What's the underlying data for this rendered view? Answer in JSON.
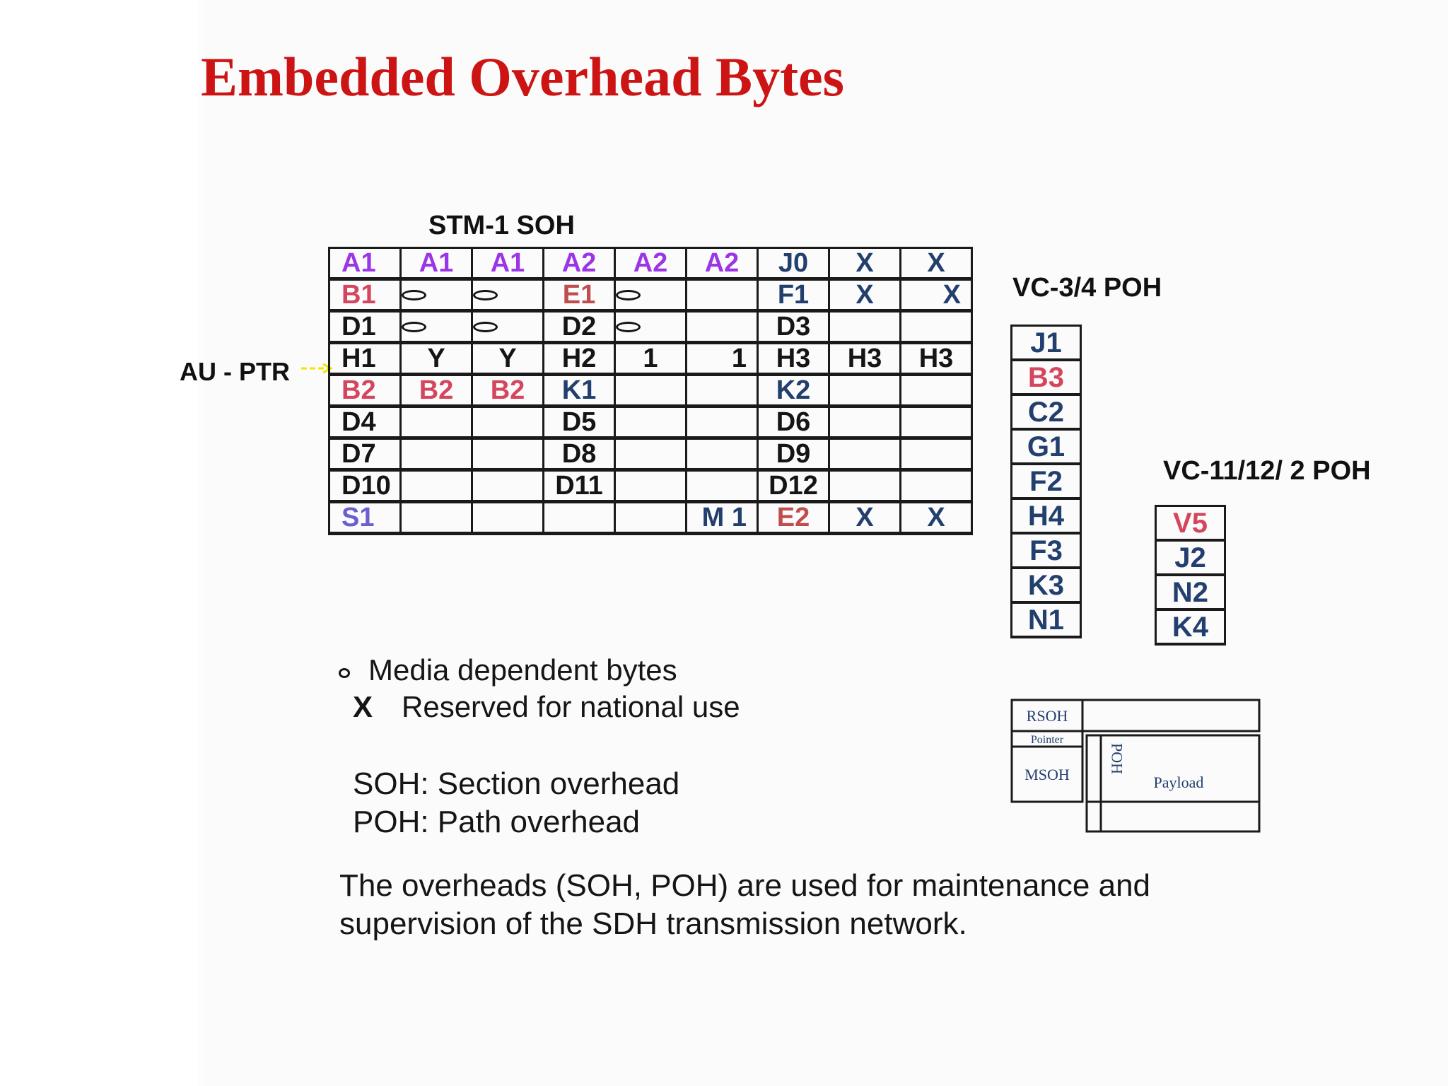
{
  "title": "Embedded Overhead Bytes",
  "soh": {
    "title": "STM-1 SOH",
    "au_ptr_label": "AU - PTR",
    "rows": [
      [
        {
          "t": "A1",
          "c": "purple"
        },
        {
          "t": "A1",
          "c": "purple",
          "a": "c"
        },
        {
          "t": "A1",
          "c": "purple",
          "a": "c"
        },
        {
          "t": "A2",
          "c": "purple",
          "a": "c"
        },
        {
          "t": "A2",
          "c": "purple",
          "a": "c"
        },
        {
          "t": "A2",
          "c": "purple",
          "a": "c"
        },
        {
          "t": "J0",
          "c": "navy",
          "a": "c"
        },
        {
          "t": "X",
          "c": "navy",
          "a": "c"
        },
        {
          "t": "X",
          "c": "navy",
          "a": "c"
        }
      ],
      [
        {
          "t": "B1",
          "c": "red"
        },
        {
          "t": "",
          "dot": true
        },
        {
          "t": "",
          "dot": true
        },
        {
          "t": "E1",
          "c": "rust",
          "a": "c"
        },
        {
          "t": "",
          "dot": true
        },
        {
          "t": ""
        },
        {
          "t": "F1",
          "c": "navy",
          "a": "c"
        },
        {
          "t": "X",
          "c": "navy",
          "a": "c"
        },
        {
          "t": "X",
          "c": "navy",
          "a": "r"
        }
      ],
      [
        {
          "t": "D1",
          "c": "black"
        },
        {
          "t": "",
          "dot": true
        },
        {
          "t": "",
          "dot": true
        },
        {
          "t": "D2",
          "c": "black",
          "a": "c"
        },
        {
          "t": "",
          "dot": true
        },
        {
          "t": ""
        },
        {
          "t": "D3",
          "c": "black",
          "a": "c"
        },
        {
          "t": ""
        },
        {
          "t": ""
        }
      ],
      [
        {
          "t": "H1",
          "c": "black"
        },
        {
          "t": "Y",
          "c": "black",
          "a": "c"
        },
        {
          "t": "Y",
          "c": "black",
          "a": "c"
        },
        {
          "t": "H2",
          "c": "black",
          "a": "c"
        },
        {
          "t": "1",
          "c": "black",
          "a": "c"
        },
        {
          "t": "1",
          "c": "black",
          "a": "r"
        },
        {
          "t": "H3",
          "c": "black",
          "a": "c"
        },
        {
          "t": "H3",
          "c": "black",
          "a": "c"
        },
        {
          "t": "H3",
          "c": "black",
          "a": "c"
        }
      ],
      [
        {
          "t": "B2",
          "c": "red"
        },
        {
          "t": "B2",
          "c": "red",
          "a": "c"
        },
        {
          "t": "B2",
          "c": "red",
          "a": "c"
        },
        {
          "t": "K1",
          "c": "navy",
          "a": "c"
        },
        {
          "t": ""
        },
        {
          "t": ""
        },
        {
          "t": "K2",
          "c": "navy",
          "a": "c"
        },
        {
          "t": ""
        },
        {
          "t": ""
        }
      ],
      [
        {
          "t": "D4",
          "c": "black"
        },
        {
          "t": ""
        },
        {
          "t": ""
        },
        {
          "t": "D5",
          "c": "black",
          "a": "c"
        },
        {
          "t": ""
        },
        {
          "t": ""
        },
        {
          "t": "D6",
          "c": "black",
          "a": "c"
        },
        {
          "t": ""
        },
        {
          "t": ""
        }
      ],
      [
        {
          "t": "D7",
          "c": "black"
        },
        {
          "t": ""
        },
        {
          "t": ""
        },
        {
          "t": "D8",
          "c": "black",
          "a": "c"
        },
        {
          "t": ""
        },
        {
          "t": ""
        },
        {
          "t": "D9",
          "c": "black",
          "a": "c"
        },
        {
          "t": ""
        },
        {
          "t": ""
        }
      ],
      [
        {
          "t": "D10",
          "c": "black"
        },
        {
          "t": ""
        },
        {
          "t": ""
        },
        {
          "t": "D11",
          "c": "black",
          "a": "c"
        },
        {
          "t": ""
        },
        {
          "t": ""
        },
        {
          "t": "D12",
          "c": "black",
          "a": "c"
        },
        {
          "t": ""
        },
        {
          "t": ""
        }
      ],
      [
        {
          "t": "S1",
          "c": "slate"
        },
        {
          "t": ""
        },
        {
          "t": ""
        },
        {
          "t": ""
        },
        {
          "t": ""
        },
        {
          "t": "M 1",
          "c": "navy",
          "a": "r"
        },
        {
          "t": "E2",
          "c": "rust",
          "a": "c"
        },
        {
          "t": "X",
          "c": "navy",
          "a": "c"
        },
        {
          "t": "X",
          "c": "navy",
          "a": "c"
        }
      ]
    ]
  },
  "vc34": {
    "title": "VC-3/4 POH",
    "bytes": [
      {
        "t": "J1",
        "c": "navy"
      },
      {
        "t": "B3",
        "c": "red"
      },
      {
        "t": "C2",
        "c": "navy"
      },
      {
        "t": "G1",
        "c": "navy"
      },
      {
        "t": "F2",
        "c": "navy"
      },
      {
        "t": "H4",
        "c": "navy"
      },
      {
        "t": "F3",
        "c": "navy"
      },
      {
        "t": "K3",
        "c": "navy"
      },
      {
        "t": "N1",
        "c": "navy"
      }
    ]
  },
  "vc11": {
    "title": "VC-11/12/ 2 POH",
    "bytes": [
      {
        "t": "V5",
        "c": "red"
      },
      {
        "t": "J2",
        "c": "navy"
      },
      {
        "t": "N2",
        "c": "navy"
      },
      {
        "t": "K4",
        "c": "navy"
      }
    ]
  },
  "legend": {
    "media": "Media dependent bytes",
    "x_symbol": "X",
    "x_text": "Reserved for national use",
    "soh_def": "SOH: Section overhead",
    "poh_def": "POH: Path overhead"
  },
  "frame": {
    "rsoh": "RSOH",
    "pointer": "Pointer",
    "msoh": "MSOH",
    "poh": "POH",
    "payload": "Payload"
  },
  "summary": "The overheads (SOH, POH) are used for maintenance and supervision of the SDH transmission network.",
  "colors": {
    "title": "#cc1414",
    "purple": "#9a35e8",
    "red": "#d4465d",
    "rust": "#c04d4d",
    "navy": "#223f6e",
    "black": "#151515",
    "slate": "#6a5fcf",
    "pointer_arrow": "#f2e600"
  },
  "icons": {
    "media_symbol": "small-circle-icon",
    "au_ptr_pointer": "arrow-right-icon"
  }
}
